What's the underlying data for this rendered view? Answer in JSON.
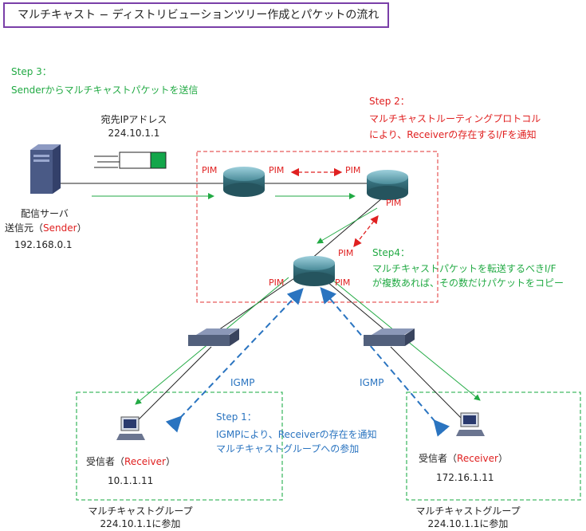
{
  "title": "マルチキャスト − ディストリビューションツリー作成とパケットの流れ",
  "step3": {
    "heading": "Step 3：",
    "text": "Senderからマルチキャストパケットを送信"
  },
  "step2": {
    "heading": "Step 2：",
    "line1": "マルチキャストルーティングプロトコル",
    "line2": "により、Receiverの存在するI/Fを通知"
  },
  "step4": {
    "heading": "Step4：",
    "line1": "マルチキャストパケットを転送するべきI/F",
    "line2": "が複数あれば、その数だけパケットをコピー"
  },
  "step1": {
    "heading": "Step 1：",
    "line1": "IGMPにより、Receiverの存在を通知",
    "line2": "マルチキャストグループへの参加"
  },
  "packet": {
    "dest_label": "宛先IPアドレス",
    "dest_ip": "224.10.1.1"
  },
  "sender": {
    "line1": "配信サーバ",
    "line2_prefix": "送信元（",
    "line2_role": "Sender",
    "line2_suffix": "）",
    "ip": "192.168.0.1"
  },
  "receiver_left": {
    "prefix": "受信者（",
    "role": "Receiver",
    "suffix": "）",
    "ip": "10.1.1.11"
  },
  "receiver_right": {
    "prefix": "受信者（",
    "role": "Receiver",
    "suffix": "）",
    "ip": "172.16.1.11"
  },
  "group_left": {
    "line1": "マルチキャストグループ",
    "line2": "224.10.1.1に参加"
  },
  "group_right": {
    "line1": "マルチキャストグループ",
    "line2": "224.10.1.1に参加"
  },
  "pim": "PIM",
  "igmp": "IGMP",
  "colors": {
    "green": "#22aa44",
    "red": "#e02020",
    "blue": "#2a74c0",
    "title_border": "#7a3fa8",
    "router": "#3f7e8c",
    "switch": "#52607c",
    "server": "#4a5a86"
  }
}
